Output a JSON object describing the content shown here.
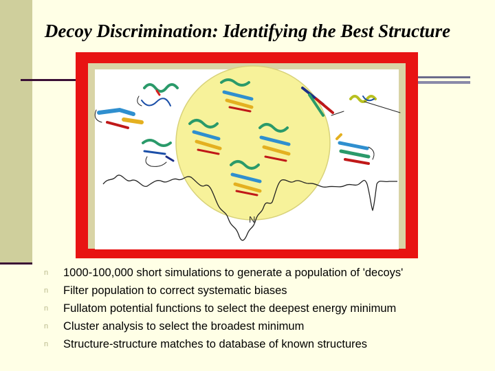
{
  "slide": {
    "title": "Decoy Discrimination:  Identifying the Best Structure",
    "figure": {
      "well_label": "N"
    },
    "bullets": [
      "1000-100,000 short simulations to generate a population of 'decoys'",
      "Filter population to correct systematic biases",
      "Fullatom potential functions to select the deepest energy minimum",
      "Cluster analysis to select the broadest minimum",
      "Structure-structure matches to database of known structures"
    ],
    "bullet_glyph": "n"
  },
  "colors": {
    "background": "#ffffe6",
    "accent_band": "#cfcf9c",
    "frame_red": "#ee1111",
    "highlight_circle": "#f7f29a"
  }
}
